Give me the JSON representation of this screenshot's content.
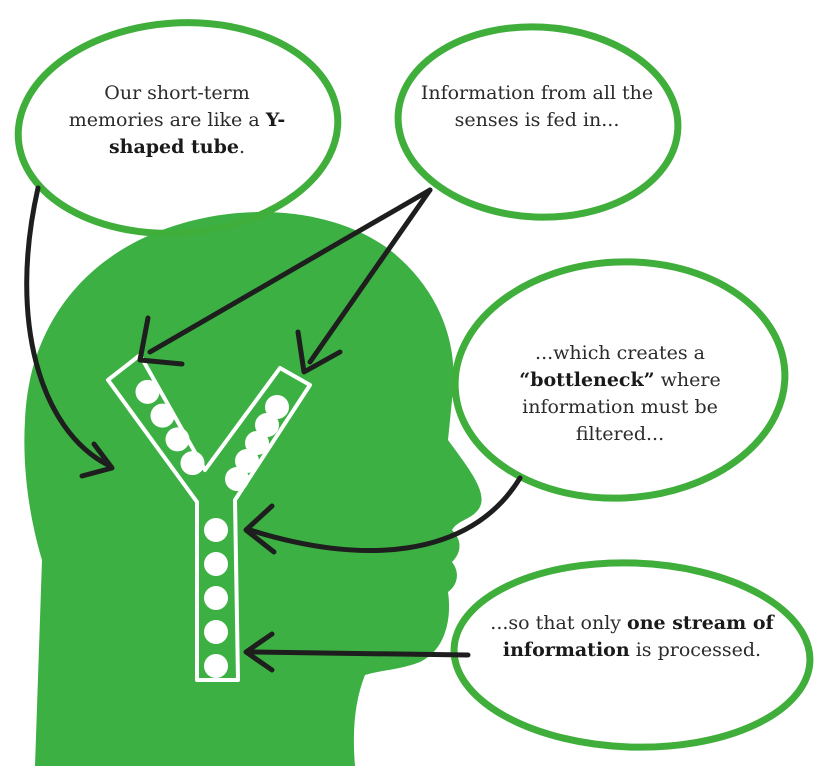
{
  "colors": {
    "head_green": "#3db044",
    "bubble_outline": "#3fae3a",
    "arrow": "#1e1e1e",
    "tube": "#ffffff"
  },
  "bubbles": [
    {
      "id": "short-term-memory",
      "segments": [
        {
          "text": "Our short-term memories are like a ",
          "bold": false
        },
        {
          "text": "Y-shaped tube",
          "bold": true
        },
        {
          "text": ".",
          "bold": false
        }
      ]
    },
    {
      "id": "senses",
      "segments": [
        {
          "text": "Information from all the senses is fed in...",
          "bold": false
        }
      ]
    },
    {
      "id": "bottleneck",
      "segments": [
        {
          "text": "...which creates a ",
          "bold": false
        },
        {
          "text": "“bottleneck”",
          "bold": true
        },
        {
          "text": " where information must be filtered...",
          "bold": false
        }
      ]
    },
    {
      "id": "one-stream",
      "segments": [
        {
          "text": "...so that only ",
          "bold": false
        },
        {
          "text": "one stream of information",
          "bold": true
        },
        {
          "text": " is processed.",
          "bold": false
        }
      ]
    }
  ],
  "tube_balls": {
    "left_arm": 4,
    "right_arm": 5,
    "stem": 5
  }
}
